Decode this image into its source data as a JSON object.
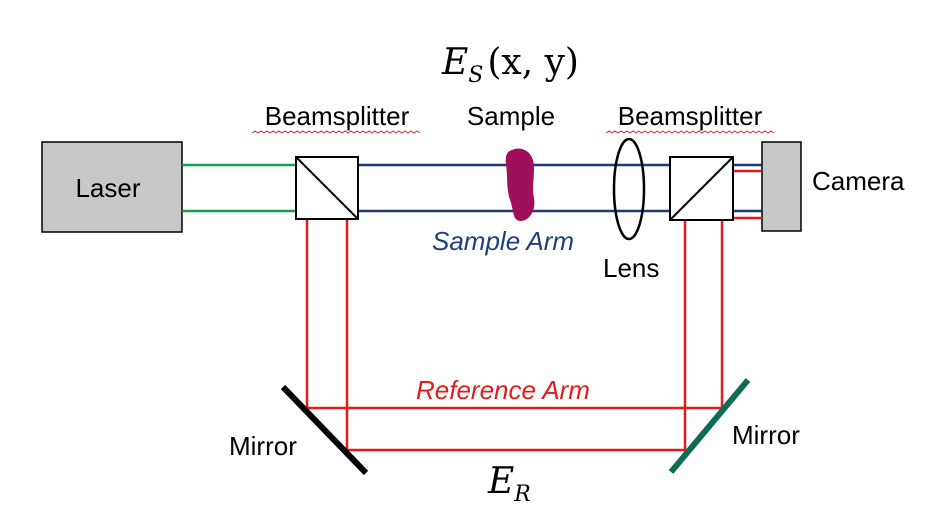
{
  "labels": {
    "field_sample_main": "E",
    "field_sample_sub": "S",
    "field_sample_args": "(x, y)",
    "field_ref_main": "E",
    "field_ref_sub": "R",
    "beamsplitter_left": "Beamsplitter",
    "beamsplitter_right": "Beamsplitter",
    "sample": "Sample",
    "laser": "Laser",
    "camera": "Camera",
    "sample_arm": "Sample Arm",
    "lens": "Lens",
    "reference_arm": "Reference Arm",
    "mirror_left": "Mirror",
    "mirror_right": "Mirror"
  },
  "colors": {
    "laser_box": "#c8c8c8",
    "camera_box": "#c8c8c8",
    "laser_beam": "#12a04a",
    "sample_beam": "#1a3a7a",
    "reference_beam": "#e31b1b",
    "sample_arm_text": "#1f3f7f",
    "reference_arm_text": "#e31b1b",
    "sample_blob": "#a0105a",
    "mirror_left": "#000000",
    "mirror_right": "#0f6b55",
    "squiggle": "#d23030"
  }
}
